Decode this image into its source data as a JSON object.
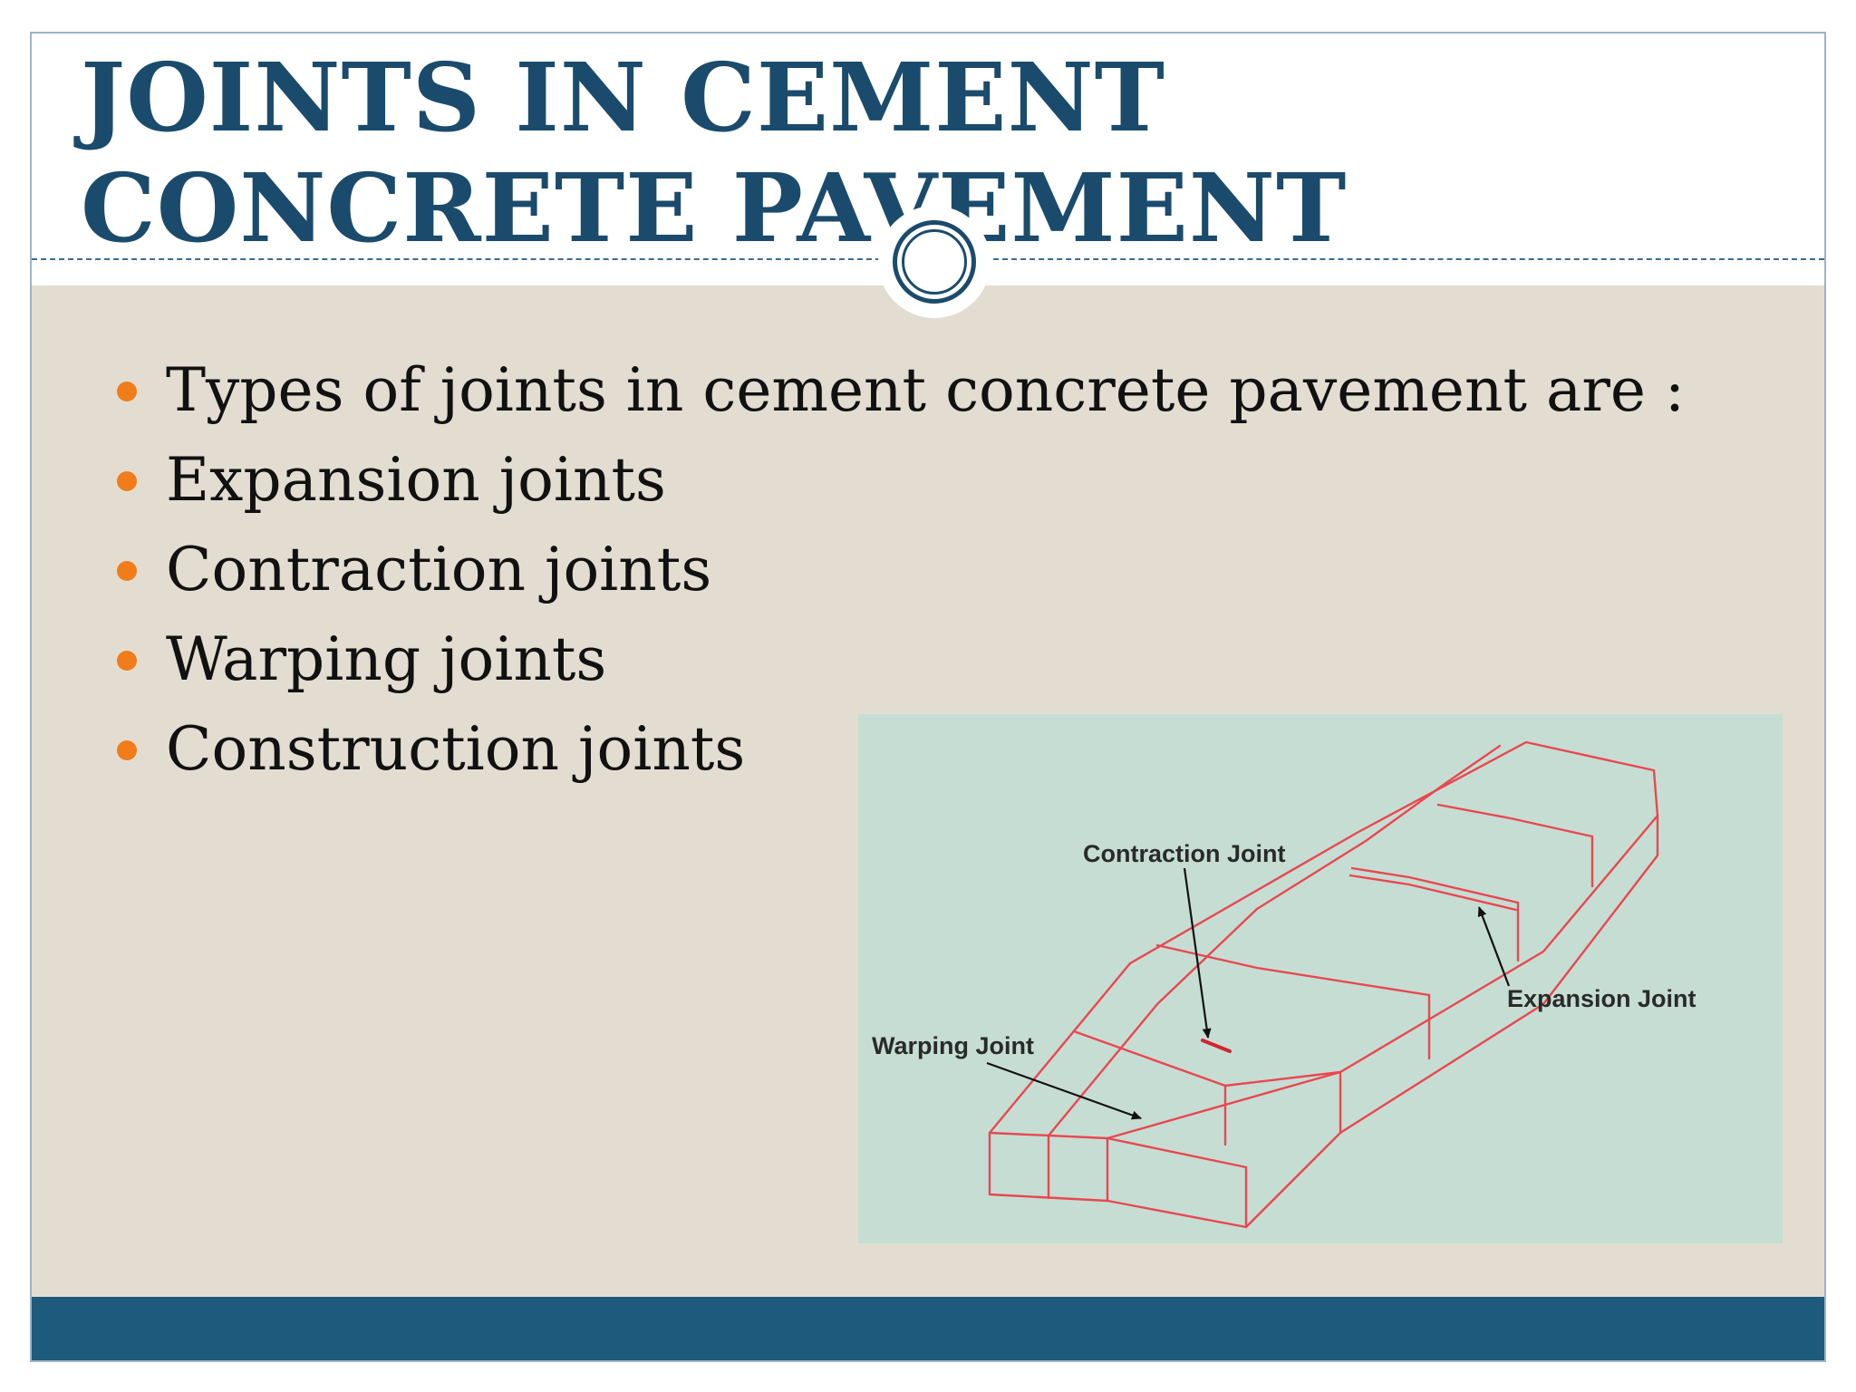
{
  "slide": {
    "title": "JOINTS IN CEMENT CONCRETE PAVEMENT",
    "bullets": [
      "Types of joints in cement concrete pavement are :",
      "Expansion joints",
      "Contraction joints",
      "Warping joints",
      "Construction joints"
    ]
  },
  "diagram": {
    "labels": {
      "contraction": "Contraction Joint",
      "expansion": "Expansion Joint",
      "warping": "Warping Joint"
    }
  },
  "colors": {
    "title": "#1b4b6c",
    "content_background": "#e3ddd1",
    "bullet": "#f07d1a",
    "footer": "#1d5a7c",
    "diagram_background": "#c6ddd4",
    "diagram_lines": "#e8484f"
  }
}
